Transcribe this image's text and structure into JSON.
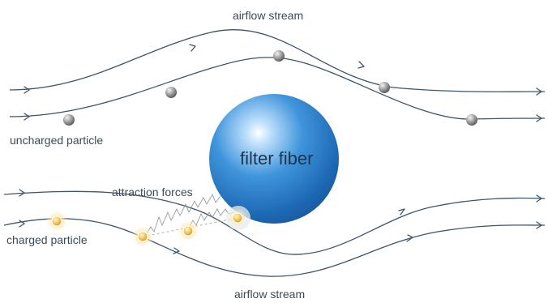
{
  "labels": {
    "airflow_top": "airflow stream",
    "airflow_bottom": "airflow stream",
    "uncharged": "uncharged particle",
    "charged": "charged particle",
    "attraction": "attraction forces",
    "fiber": "filter fiber"
  },
  "colors": {
    "stream": "#3e5467",
    "fiber": "#1f74c4",
    "uncharged_particle": "#8c8c8c",
    "charged_particle": "#f3c14a",
    "charged_glow": "#fbe39b",
    "text": "#3d4a56"
  }
}
